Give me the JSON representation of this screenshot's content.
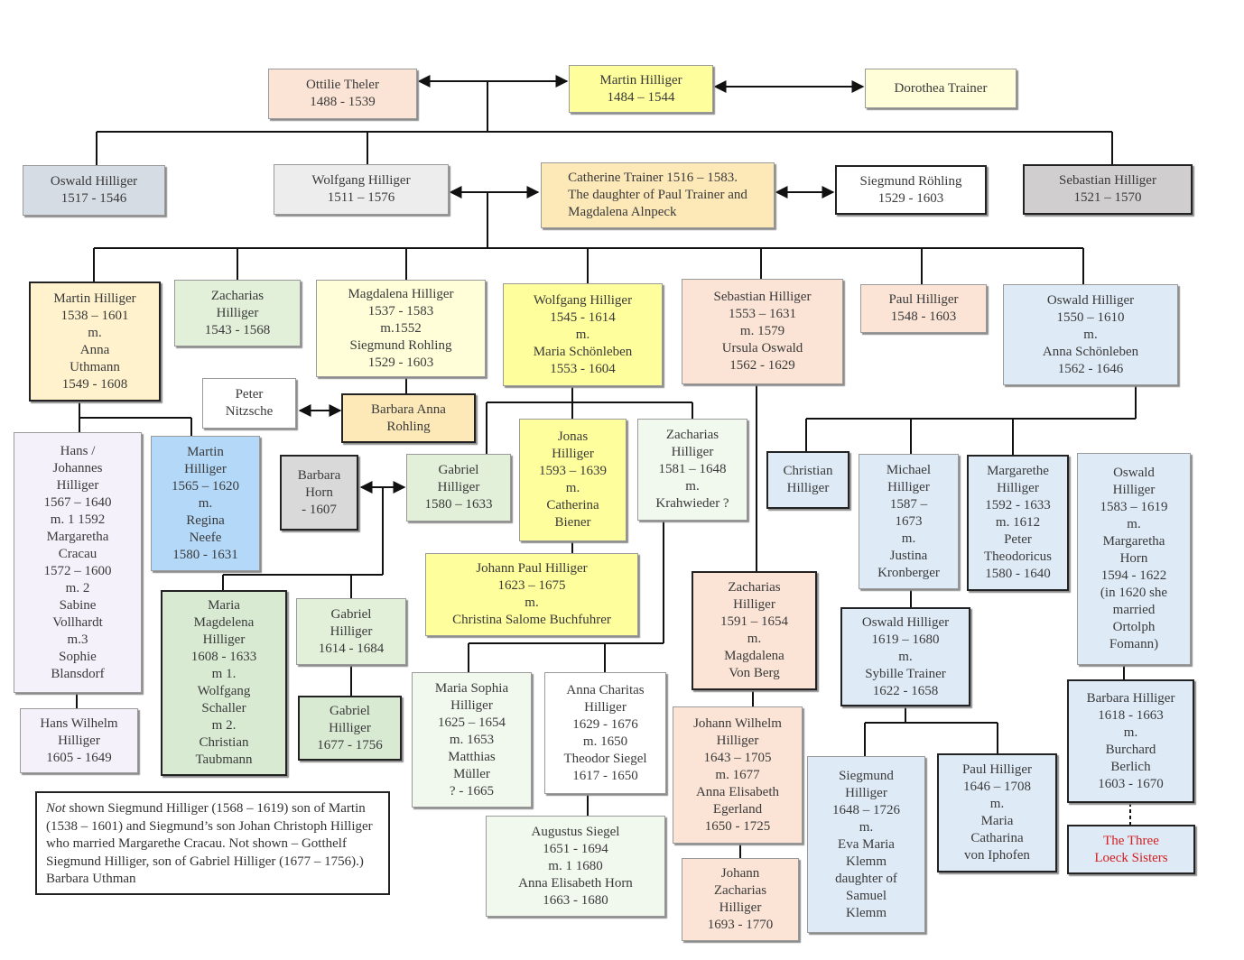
{
  "nodes": {
    "ottilie": "Ottilie Theler\n1488 - 1539",
    "martin_sr": "Martin Hilliger\n1484 – 1544",
    "dorothea": "Dorothea Trainer",
    "oswald_1517": "Oswald Hilliger\n1517 - 1546",
    "wolfgang_1511": "Wolfgang Hilliger\n1511 – 1576",
    "catherine": "Catherine Trainer 1516 – 1583.\nThe daughter of Paul Trainer and\nMagdalena Alnpeck",
    "siegmund_rohling_top": "Siegmund Röhling\n1529 - 1603",
    "sebastian_1521": "Sebastian Hilliger\n1521 – 1570",
    "martin_1538": "Martin Hilliger\n1538 – 1601\nm.\nAnna\nUthmann\n1549 - 1608",
    "zacharias_1543": "Zacharias\nHilliger\n1543 - 1568",
    "magdalena_1537": "Magdalena Hilliger\n1537 - 1583\nm.1552\nSiegmund Rohling\n1529 - 1603",
    "wolfgang_1545": "Wolfgang Hilliger\n1545 - 1614\nm.\nMaria Schönleben\n1553 - 1604",
    "sebastian_1553": "Sebastian Hilliger\n1553 – 1631\nm. 1579\nUrsula Oswald\n1562 - 1629",
    "paul_1548": "Paul Hilliger\n1548 - 1603",
    "oswald_1550": "Oswald Hilliger\n1550 – 1610\nm.\nAnna Schönleben\n1562 - 1646",
    "peter_nitzsche": "Peter\nNitzsche",
    "barbara_anna": "Barbara Anna\nRohling",
    "hans_johannes": "Hans /\nJohannes\nHilliger\n1567 – 1640\nm. 1 1592\nMargaretha\nCracau\n1572 – 1600\nm. 2\nSabine\nVollhardt\nm.3\nSophie\nBlansdorf",
    "martin_1565": "Martin\nHilliger\n1565 – 1620\nm.\nRegina\nNeefe\n1580 - 1631",
    "barbara_horn": "Barbara\nHorn\n- 1607",
    "gabriel_1580": "Gabriel\nHilliger\n1580 – 1633",
    "jonas": "Jonas\nHilliger\n1593 – 1639\nm.\nCatherina\nBiener",
    "zacharias_1581": "Zacharias\nHilliger\n1581 – 1648\nm.\nKrahwieder ?",
    "christian": "Christian\nHilliger",
    "michael": "Michael\nHilliger\n1587 –\n1673\nm.\nJustina\nKronberger",
    "margarethe": "Margarethe\nHilliger\n1592 - 1633\nm. 1612\nPeter\nTheodoricus\n1580 - 1640",
    "oswald_1583": "Oswald\nHilliger\n1583 – 1619\nm.\nMargaretha\nHorn\n1594 - 1622\n(in 1620 she\nmarried\nOrtolph\nFomann)",
    "maria_magdelena": "Maria\nMagdelena\nHilliger\n1608 - 1633\nm 1.\nWolfgang\nSchaller\nm 2.\nChristian\nTaubmann",
    "gabriel_1614": "Gabriel\nHilliger\n1614 - 1684",
    "johann_paul": "Johann Paul Hilliger\n1623 – 1675\nm.\nChristina Salome Buchfuhrer",
    "zacharias_1591": "Zacharias\nHilliger\n1591 – 1654\nm.\nMagdalena\nVon Berg",
    "oswald_1619": "Oswald Hilliger\n1619 – 1680\nm.\nSybille Trainer\n1622 - 1658",
    "hans_wilhelm": "Hans Wilhelm\nHilliger\n1605 - 1649",
    "gabriel_1677": "Gabriel\nHilliger\n1677 - 1756",
    "maria_sophia": "Maria Sophia\nHilliger\n1625 – 1654\nm. 1653\nMatthias\nMüller\n? - 1665",
    "anna_charitas": "Anna Charitas\nHilliger\n1629 - 1676\nm. 1650\nTheodor Siegel\n1617 - 1650",
    "johann_wilhelm": "Johann Wilhelm\nHilliger\n1643 – 1705\nm. 1677\nAnna Elisabeth\nEgerland\n1650 - 1725",
    "siegmund_1648": "Siegmund\nHilliger\n1648 – 1726\nm.\nEva Maria\nKlemm\ndaughter of\nSamuel\nKlemm",
    "paul_1646": "Paul Hilliger\n1646 – 1708\nm.\nMaria\nCatharina\nvon Iphofen",
    "barbara_1618": "Barbara Hilliger\n1618 - 1663\nm.\nBurchard\nBerlich\n1603 - 1670",
    "augustus": "Augustus Siegel\n1651 - 1694\nm. 1 1680\nAnna Elisabeth Horn\n1663 - 1680",
    "johann_zacharias": "Johann\nZacharias\nHilliger\n1693 - 1770",
    "loeck": "The Three\nLoeck Sisters"
  },
  "note": {
    "italic": "Not",
    "text": " shown Siegmund Hilliger (1568 – 1619) son of Martin (1538 – 1601) and Siegmund’s son Johan Christoph Hilliger who married Margarethe Cracau. Not shown – Gotthelf Siegmund Hilliger, son of Gabriel Hilliger (1677 – 1756).) Barbara Uthman"
  },
  "colors": {
    "line": "#111111",
    "red_text": "#d42020"
  }
}
